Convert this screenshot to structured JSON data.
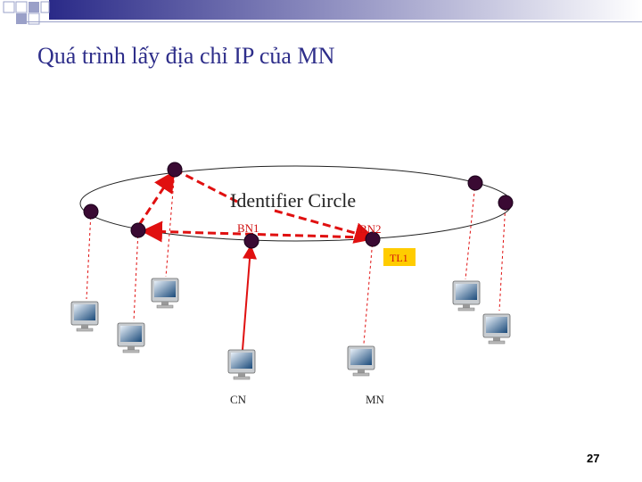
{
  "slide": {
    "title": "Quá trình lấy địa chỉ IP của MN",
    "page_number": "27"
  },
  "diagram": {
    "ring_label": "Identifier Circle",
    "nodes": {
      "bn1": "BN1",
      "bn2": "BN2",
      "cn": "CN",
      "mn": "MN"
    },
    "tl_label": "TL1",
    "colors": {
      "node": "#3a0a33",
      "arrow": "#e01010",
      "tl_box": "#ffcc00",
      "title": "#2e2e8a"
    }
  }
}
